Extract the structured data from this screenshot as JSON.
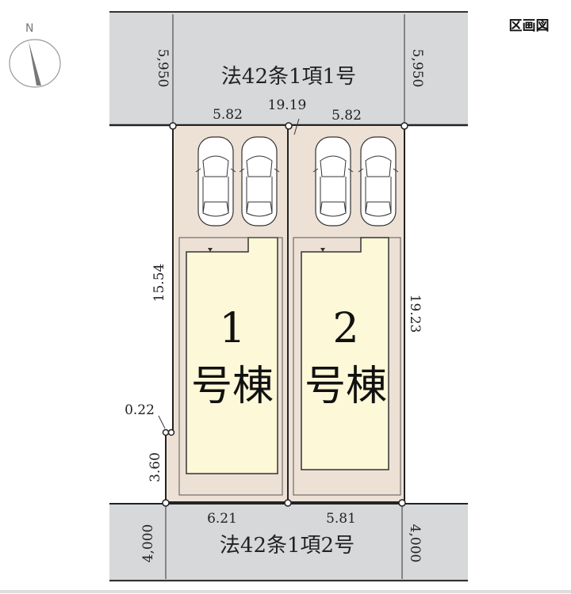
{
  "title": "区画図",
  "compass": {
    "label": "N"
  },
  "roads": {
    "north": {
      "label": "法42条1項1号",
      "width_left": "5,950",
      "width_right": "5,950"
    },
    "south": {
      "label": "法42条1項2号",
      "width_left": "4,000",
      "width_right": "4,000"
    }
  },
  "dimensions": {
    "top_lot1": "5.82",
    "top_lot2": "5.82",
    "top_diagonal": "19.19",
    "left_upper": "15.54",
    "left_jog": "0.22",
    "left_lower": "3.60",
    "right": "19.23",
    "bottom_lot1": "6.21",
    "bottom_lot2": "5.81"
  },
  "lots": [
    {
      "number": "1",
      "label": "号棟",
      "parking_spaces": 2
    },
    {
      "number": "2",
      "label": "号棟",
      "parking_spaces": 2
    }
  ],
  "colors": {
    "road": "#d6d8d9",
    "lot": "#ede1d6",
    "building": "#fdf8d8",
    "line": "#222222"
  }
}
